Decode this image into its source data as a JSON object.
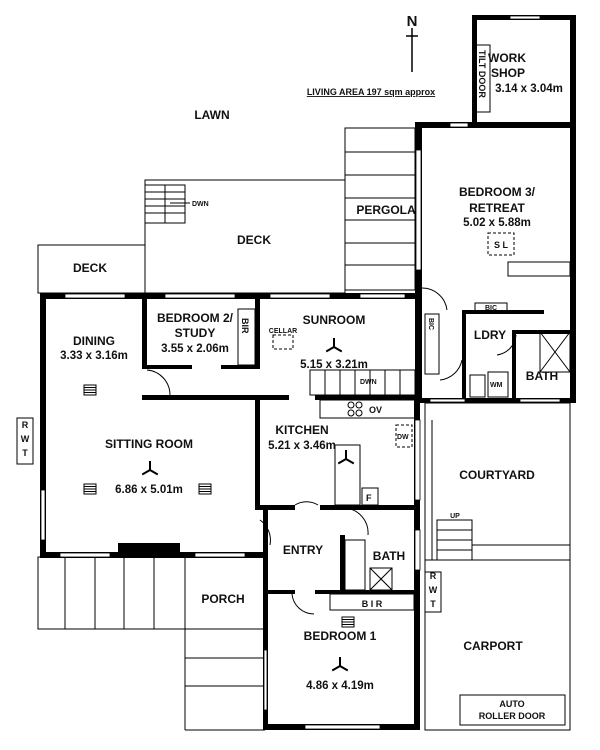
{
  "title": "LIVING AREA 197 sqm approx",
  "compass": "N",
  "outdoor": {
    "lawn": "LAWN",
    "deck_main": "DECK",
    "deck_left": "DECK",
    "pergola": "PERGOLA",
    "porch": "PORCH",
    "courtyard": "COURTYARD",
    "carport": "CARPORT",
    "auto_door_1": "AUTO",
    "auto_door_2": "ROLLER DOOR"
  },
  "rooms": {
    "workshop": {
      "name1": "WORK",
      "name2": "SHOP",
      "dims": "3.14 x 3.04m",
      "tilt_door": "TILT DOOR"
    },
    "bedroom3": {
      "name1": "BEDROOM 3/",
      "name2": "RETREAT",
      "dims": "5.02 x 5.88m",
      "skylight": "S L"
    },
    "dining": {
      "name": "DINING",
      "dims": "3.33 x 3.16m"
    },
    "bedroom2": {
      "name1": "BEDROOM 2/",
      "name2": "STUDY",
      "dims": "3.55 x 2.06m",
      "bir": "BIR"
    },
    "sunroom": {
      "name": "SUNROOM",
      "dims": "5.15 x 3.21m",
      "cellar": "CELLAR",
      "stairs": "DWN"
    },
    "sitting": {
      "name": "SITTING ROOM",
      "dims": "6.86 x 5.01m"
    },
    "kitchen": {
      "name": "KITCHEN",
      "dims": "5.21 x 3.46m",
      "oven": "OV",
      "dishwasher": "DW",
      "fridge": "F"
    },
    "laundry": {
      "name": "LDRY",
      "washer": "WM",
      "bic_top": "BIC",
      "bic_side": "BIC"
    },
    "bath_rear": {
      "name": "BATH"
    },
    "entry": {
      "name": "ENTRY"
    },
    "bath_front": {
      "name": "BATH"
    },
    "bedroom1": {
      "name": "BEDROOM 1",
      "dims": "4.86 x 4.19m",
      "bir": "B I R"
    }
  },
  "deck_stairs": "DWN",
  "courtyard_stairs": "UP",
  "rwt_left": "RWT",
  "rwt_right": "RWT"
}
